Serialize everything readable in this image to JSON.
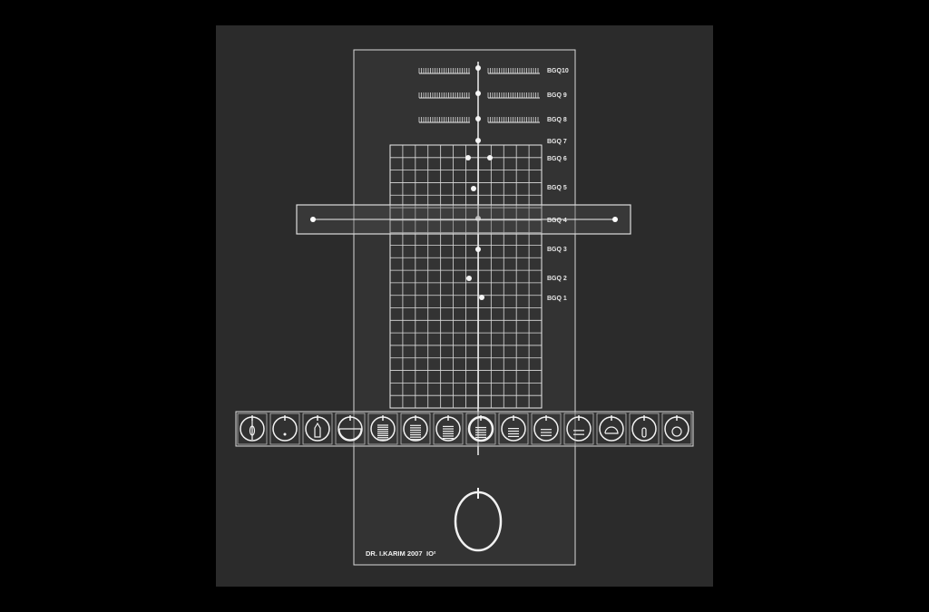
{
  "scale_labels": [
    "BGQ10",
    "BGQ 9",
    "BGQ 8",
    "BGQ 7",
    "BGQ 6",
    "BGQ 5",
    "BGQ 4",
    "BGQ 3",
    "BGQ 2",
    "BGQ 1"
  ],
  "signature": "DR. I.KARIM 2007",
  "signature_mark": "IO²",
  "icon_strip": [
    "pendulum-icon",
    "dot-icon",
    "bottle-icon",
    "bowl-icon",
    "lines-8-icon",
    "lines-7-icon",
    "lines-6-icon",
    "lines-5-icon",
    "lines-4-icon",
    "lines-3-icon",
    "lines-2-icon",
    "dome-icon",
    "pill-icon",
    "ring-icon"
  ],
  "colors": {
    "background": "#000000",
    "photo_backdrop": "#2b2b2b",
    "plate": "#333333",
    "engraving": "#f2f2f2"
  }
}
